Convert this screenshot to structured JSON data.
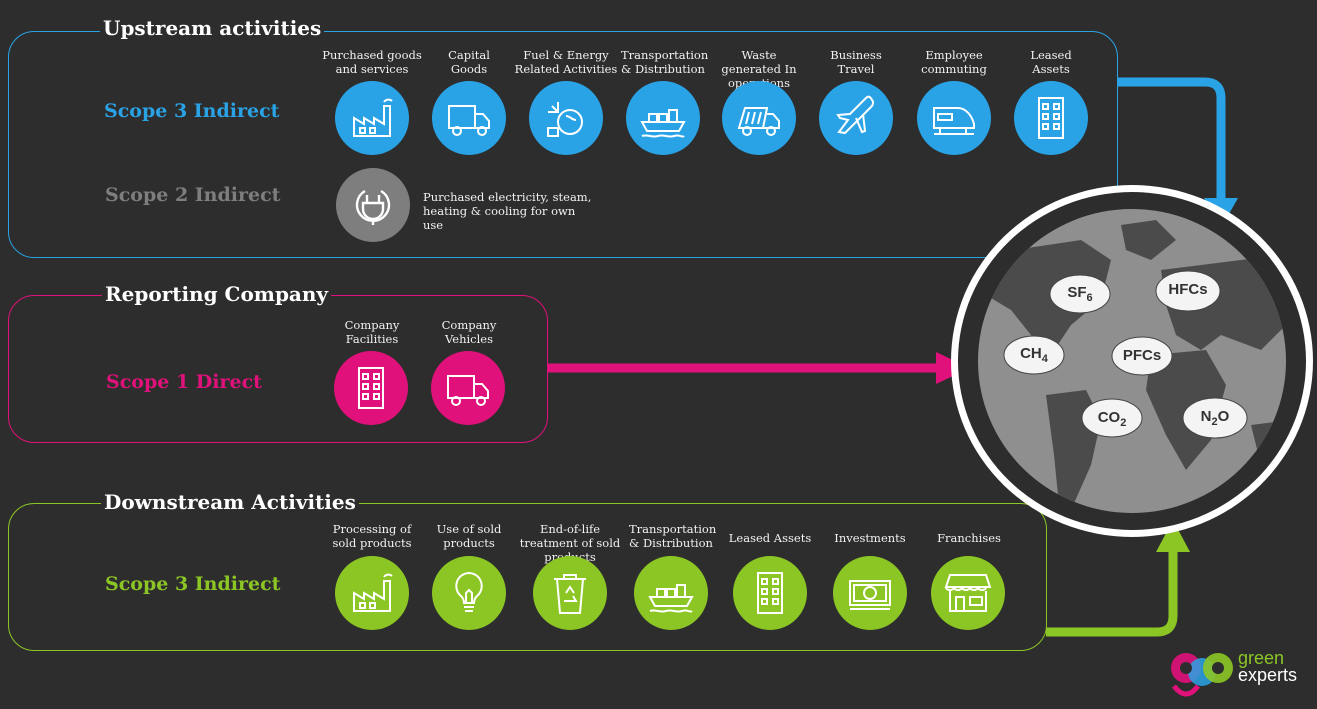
{
  "colors": {
    "background": "#2d2d2d",
    "blue": "#2aa3e6",
    "grey": "#7e7e7e",
    "magenta": "#e0117a",
    "green": "#8cc625"
  },
  "upstream": {
    "title": "Upstream activities",
    "scope3": "Scope 3 Indirect",
    "scope2": "Scope 2 Indirect",
    "items": [
      {
        "label": "Purchased goods and services",
        "icon": "factory-icon"
      },
      {
        "label": "Capital Goods",
        "icon": "truck-icon"
      },
      {
        "label": "Fuel & Energy Related Activities",
        "icon": "fuel-energy-icon"
      },
      {
        "label": "Transportation & Distribution",
        "icon": "ship-icon"
      },
      {
        "label": "Waste generated In operations",
        "icon": "waste-truck-icon"
      },
      {
        "label": "Business Travel",
        "icon": "airplane-icon"
      },
      {
        "label": "Employee commuting",
        "icon": "train-icon"
      },
      {
        "label": "Leased Assets",
        "icon": "building-icon"
      }
    ],
    "scope2_item": {
      "label": "Purchased electricity, steam, heating & cooling for own use",
      "icon": "power-plug-icon"
    }
  },
  "reporting": {
    "title": "Reporting Company",
    "scope1": "Scope 1 Direct",
    "items": [
      {
        "label": "Company Facilities",
        "icon": "building-icon"
      },
      {
        "label": "Company Vehicles",
        "icon": "truck-icon"
      }
    ]
  },
  "downstream": {
    "title": "Downstream Activities",
    "scope3": "Scope 3 Indirect",
    "items": [
      {
        "label": "Processing of sold products",
        "icon": "factory-icon"
      },
      {
        "label": "Use of sold products",
        "icon": "lightbulb-icon"
      },
      {
        "label": "End-of-life treatment of sold products",
        "icon": "recycle-bin-icon"
      },
      {
        "label": "Transportation & Distribution",
        "icon": "ship-icon"
      },
      {
        "label": "Leased Assets",
        "icon": "building-icon"
      },
      {
        "label": "Investments",
        "icon": "money-icon"
      },
      {
        "label": "Franchises",
        "icon": "shop-icon"
      }
    ]
  },
  "gases": [
    {
      "base": "SF",
      "sub": "6",
      "tail": ""
    },
    {
      "base": "HFCs",
      "sub": "",
      "tail": ""
    },
    {
      "base": "CH",
      "sub": "4",
      "tail": ""
    },
    {
      "base": "PFCs",
      "sub": "",
      "tail": ""
    },
    {
      "base": "CO",
      "sub": "2",
      "tail": ""
    },
    {
      "base": "N",
      "sub": "2",
      "tail": "O"
    }
  ],
  "logo": {
    "line1": "green",
    "line2": "experts"
  }
}
